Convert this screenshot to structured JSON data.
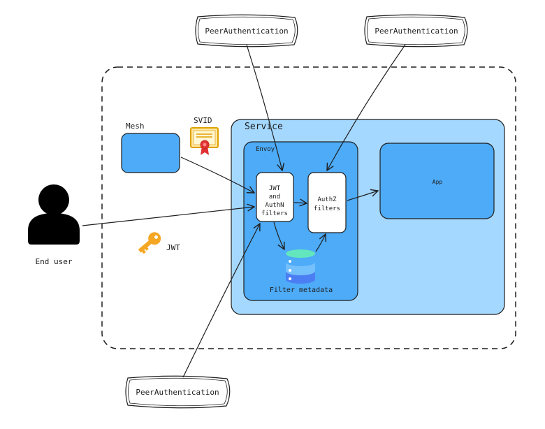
{
  "labels": {
    "peer_auth_top_left": "PeerAuthentication",
    "peer_auth_top_right": "PeerAuthentication",
    "peer_auth_bottom": "PeerAuthentication",
    "mesh": "Mesh",
    "svid": "SVID",
    "service": "Service",
    "envoy": "Envoy",
    "jwt_authn_filters_line1": "JWT",
    "jwt_authn_filters_line2": "and",
    "jwt_authn_filters_line3": "AuthN",
    "jwt_authn_filters_line4": "filters",
    "authz_filters_line1": "AuthZ",
    "authz_filters_line2": "filters",
    "app": "App",
    "filter_metadata": "Filter metadata",
    "end_user": "End user",
    "jwt": "JWT"
  },
  "colors": {
    "service_fill": "#a5d8ff",
    "box_fill": "#4dabf7",
    "stroke": "#1e1e1e",
    "key_color": "#f5a623",
    "cert_ribbon": "#e03131",
    "db_top": "#63e6be",
    "db_mid": "#74c0fc",
    "db_bottom": "#4c7ef3"
  },
  "icons": {
    "user": "user-icon",
    "key": "key-icon",
    "certificate": "certificate-icon",
    "database": "database-icon"
  }
}
